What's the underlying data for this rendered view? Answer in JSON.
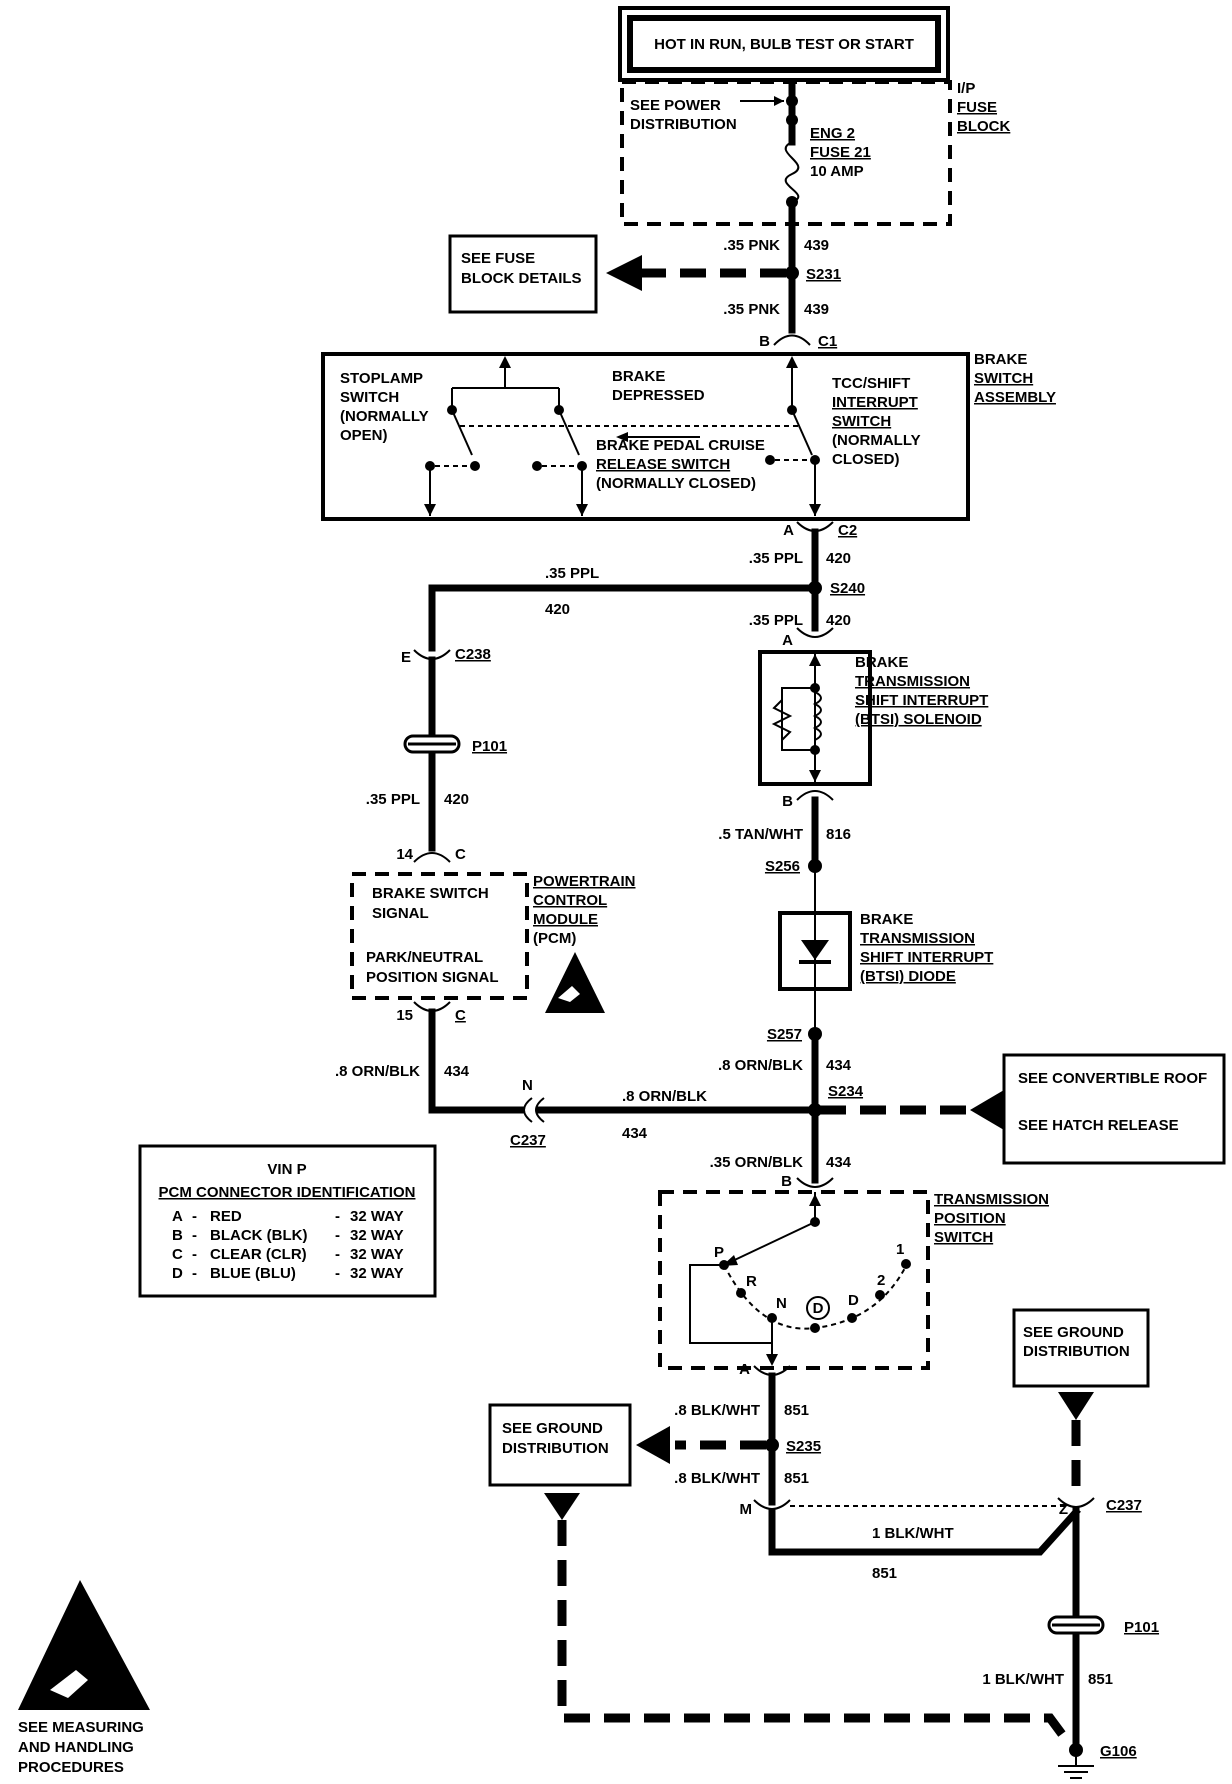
{
  "title": "HOT IN RUN, BULB TEST OR START",
  "fuse_block": {
    "see_power": "SEE POWER",
    "distribution": "DISTRIBUTION",
    "label": [
      "I/P",
      "FUSE",
      "BLOCK"
    ],
    "fuse": [
      "ENG 2",
      "FUSE 21",
      "10 AMP"
    ]
  },
  "see_fuse_block": [
    "SEE FUSE",
    "BLOCK DETAILS"
  ],
  "wires": {
    "w439a": ".35 PNK",
    "c439a": "439",
    "w439b": ".35 PNK",
    "c439b": "439",
    "w420a": ".35 PPL",
    "c420a": "420",
    "w420_left_top": ".35 PPL",
    "c420_left": "420",
    "w420b": ".35 PPL",
    "c420b": "420",
    "w420c": ".35 PPL",
    "c420c": "420",
    "w816": ".5 TAN/WHT",
    "c816": "816",
    "w434a": ".8 ORN/BLK",
    "c434a": "434",
    "w434_mid": ".8 ORN/BLK",
    "c434_mid": "434",
    "w434_left": ".8 ORN/BLK",
    "c434_left": "434",
    "w434b": ".35 ORN/BLK",
    "c434b": "434",
    "w851a": ".8 BLK/WHT",
    "c851a": "851",
    "w851b": ".8 BLK/WHT",
    "c851b": "851",
    "w851c": "1 BLK/WHT",
    "c851c": "851",
    "w851d": "1 BLK/WHT",
    "c851d": "851"
  },
  "splices": {
    "s231": "S231",
    "s240": "S240",
    "s256": "S256",
    "s257": "S257",
    "s234": "S234",
    "s235": "S235"
  },
  "connectors": {
    "c1_pin": "B",
    "c1": "C1",
    "c2_pin": "A",
    "c2": "C2",
    "c238_pin": "E",
    "c238": "C238",
    "p101a": "P101",
    "pcm_top_pin": "14",
    "pcm_top_c": "C",
    "pcm_bot_pin": "15",
    "pcm_bot_c": "C",
    "c237_pin_n": "N",
    "c237a": "C237",
    "sol_a": "A",
    "sol_b": "B",
    "tps_b": "B",
    "tps_a": "A",
    "m_pin": "M",
    "z_pin": "Z",
    "c237b": "C237",
    "p101b": "P101",
    "g106": "G106"
  },
  "brake_switch": {
    "stoplamp": [
      "STOPLAMP",
      "SWITCH",
      "(NORMALLY",
      "OPEN)"
    ],
    "brake_depressed": [
      "BRAKE",
      "DEPRESSED"
    ],
    "cruise": [
      "BRAKE PEDAL CRUISE",
      "RELEASE SWITCH",
      "(NORMALLY CLOSED)"
    ],
    "tcc": [
      "TCC/SHIFT",
      "INTERRUPT",
      "SWITCH",
      "(NORMALLY",
      "CLOSED)"
    ],
    "assembly": [
      "BRAKE",
      "SWITCH",
      "ASSEMBLY"
    ]
  },
  "solenoid": [
    "BRAKE",
    "TRANSMISSION",
    "SHIFT INTERRUPT",
    "(BTSI) SOLENOID"
  ],
  "diode": [
    "BRAKE",
    "TRANSMISSION",
    "SHIFT INTERRUPT",
    "(BTSI) DIODE"
  ],
  "pcm": {
    "brake_signal": [
      "BRAKE SWITCH",
      "SIGNAL"
    ],
    "park_signal": [
      "PARK/NEUTRAL",
      "POSITION SIGNAL"
    ],
    "label": [
      "POWERTRAIN",
      "CONTROL",
      "MODULE",
      "(PCM)"
    ]
  },
  "see_convertible": "SEE CONVERTIBLE ROOF",
  "see_hatch": "SEE HATCH RELEASE",
  "vin_table": {
    "title": "VIN P",
    "subtitle": "PCM CONNECTOR IDENTIFICATION",
    "rows": [
      {
        "letter": "A",
        "color": "RED",
        "way": "32 WAY"
      },
      {
        "letter": "B",
        "color": "BLACK (BLK)",
        "way": "32 WAY"
      },
      {
        "letter": "C",
        "color": "CLEAR (CLR)",
        "way": "32 WAY"
      },
      {
        "letter": "D",
        "color": "BLUE (BLU)",
        "way": "32 WAY"
      }
    ]
  },
  "tps": {
    "label": [
      "TRANSMISSION",
      "POSITION",
      "SWITCH"
    ],
    "positions": [
      "P",
      "R",
      "N",
      "D",
      "D",
      "2",
      "1"
    ]
  },
  "see_ground_right": [
    "SEE GROUND",
    "DISTRIBUTION"
  ],
  "see_ground_left": [
    "SEE GROUND",
    "DISTRIBUTION"
  ],
  "esd_note": [
    "SEE MEASURING",
    "AND HANDLING",
    "PROCEDURES"
  ]
}
